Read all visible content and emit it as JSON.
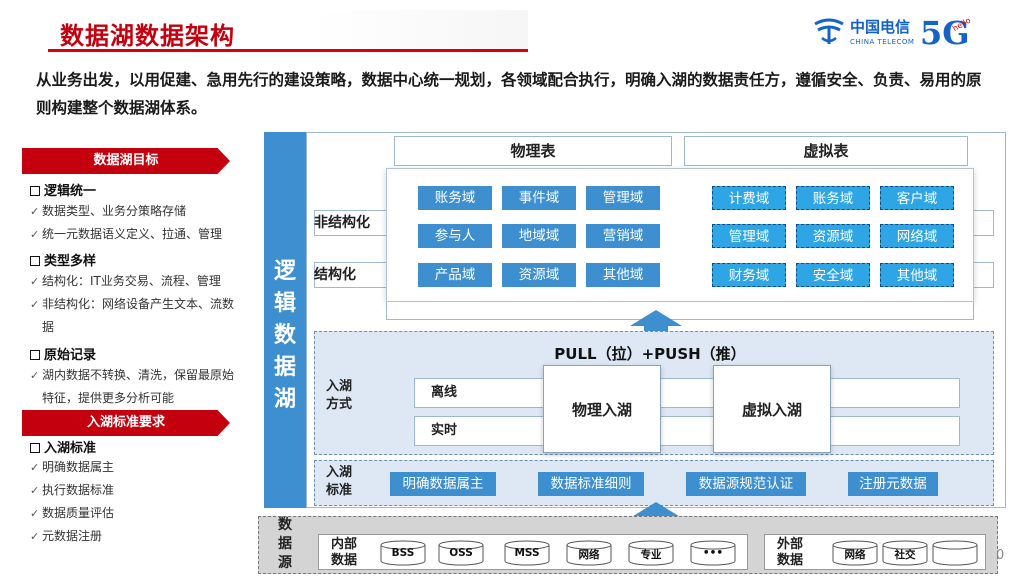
{
  "header": {
    "title": "数据湖数据架构"
  },
  "logo": {
    "brand_cn": "中国电信",
    "brand_en": "CHINA TELECOM",
    "mark_5g": "5G",
    "hello": "hello",
    "icon": "china-telecom-logo-icon"
  },
  "intro": "从业务出发，以用促建、急用先行的建设策略，数据中心统一规划，各领域配合执行，明确入湖的数据责任方，遵循安全、负责、易用的原则构建整个数据湖体系。",
  "left_panel": {
    "goals_title": "数据湖目标",
    "goals": [
      {
        "heading": "逻辑统一",
        "items": [
          "数据类型、业务分策略存储",
          "统一元数据语义定义、拉通、管理"
        ]
      },
      {
        "heading": "类型多样",
        "items": [
          "结构化：IT业务交易、流程、管理",
          "非结构化：网络设备产生文本、流数据"
        ]
      },
      {
        "heading": "原始记录",
        "items": [
          "湖内数据不转换、清洗，保留最原始特征，提供更多分析可能"
        ]
      }
    ],
    "standards_title": "入湖标准要求",
    "standards": {
      "heading": "入湖标准",
      "items": [
        "明确数据属主",
        "执行数据标准",
        "数据质量评估",
        "元数据注册"
      ]
    },
    "check_glyph": "✓"
  },
  "diagram": {
    "logic_label": [
      "逻",
      "辑",
      "数",
      "据",
      "湖"
    ],
    "physical_table": "物理表",
    "virtual_table": "虚拟表",
    "row_unstructured": "非结构化",
    "row_structured": "结构化",
    "physical_domains": [
      "账务域",
      "事件域",
      "管理域",
      "参与人",
      "地域域",
      "营销域",
      "产品域",
      "资源域",
      "其他域"
    ],
    "virtual_domains": [
      "计费域",
      "账务域",
      "客户域",
      "管理域",
      "资源域",
      "网络域",
      "财务域",
      "安全域",
      "其他域"
    ],
    "ingest": {
      "title": "PULL（拉）+PUSH（推）",
      "label": [
        "入湖",
        "方式"
      ],
      "offline": "离线",
      "realtime": "实时",
      "physical": "物理入湖",
      "virtual": "虚拟入湖"
    },
    "standards": {
      "label": [
        "入湖",
        "标准"
      ],
      "items": [
        "明确数据属主",
        "数据标准细则",
        "数据源规范认证",
        "注册元数据"
      ]
    },
    "sources": {
      "label": [
        "数",
        "据",
        "源"
      ],
      "internal_label": [
        "内部",
        "数据"
      ],
      "internal": [
        "BSS",
        "OSS",
        "MSS",
        "网络",
        "专业",
        "•••"
      ],
      "external_label": [
        "外部",
        "数据"
      ],
      "external": [
        "网络",
        "社交",
        ""
      ]
    },
    "accent": "#3d8fcf",
    "brand_red": "#c4000e"
  },
  "page_number": "0"
}
